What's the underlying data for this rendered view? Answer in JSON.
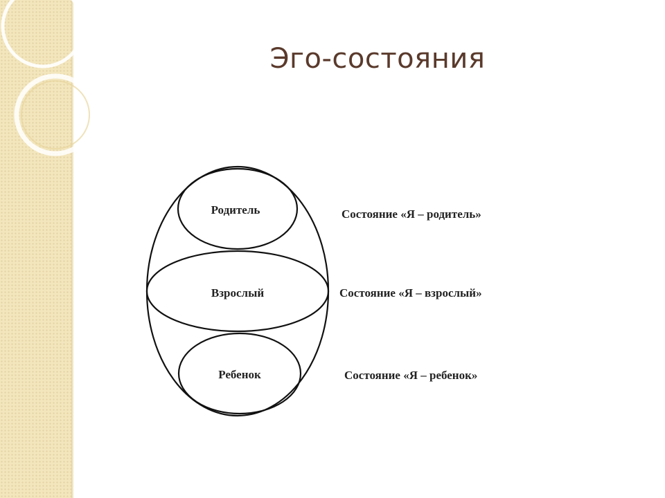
{
  "slide": {
    "title": "Эго-состояния"
  },
  "diagram": {
    "states": [
      {
        "label": "Родитель",
        "description": "Состояние «Я – родитель»"
      },
      {
        "label": "Взрослый",
        "description": "Состояние «Я – взрослый»"
      },
      {
        "label": "Ребенок",
        "description": "Состояние «Я – ребенок»"
      }
    ]
  },
  "colors": {
    "title": "#5a3a2c",
    "side_panel": "#f3e6bd",
    "outline": "#111111"
  }
}
